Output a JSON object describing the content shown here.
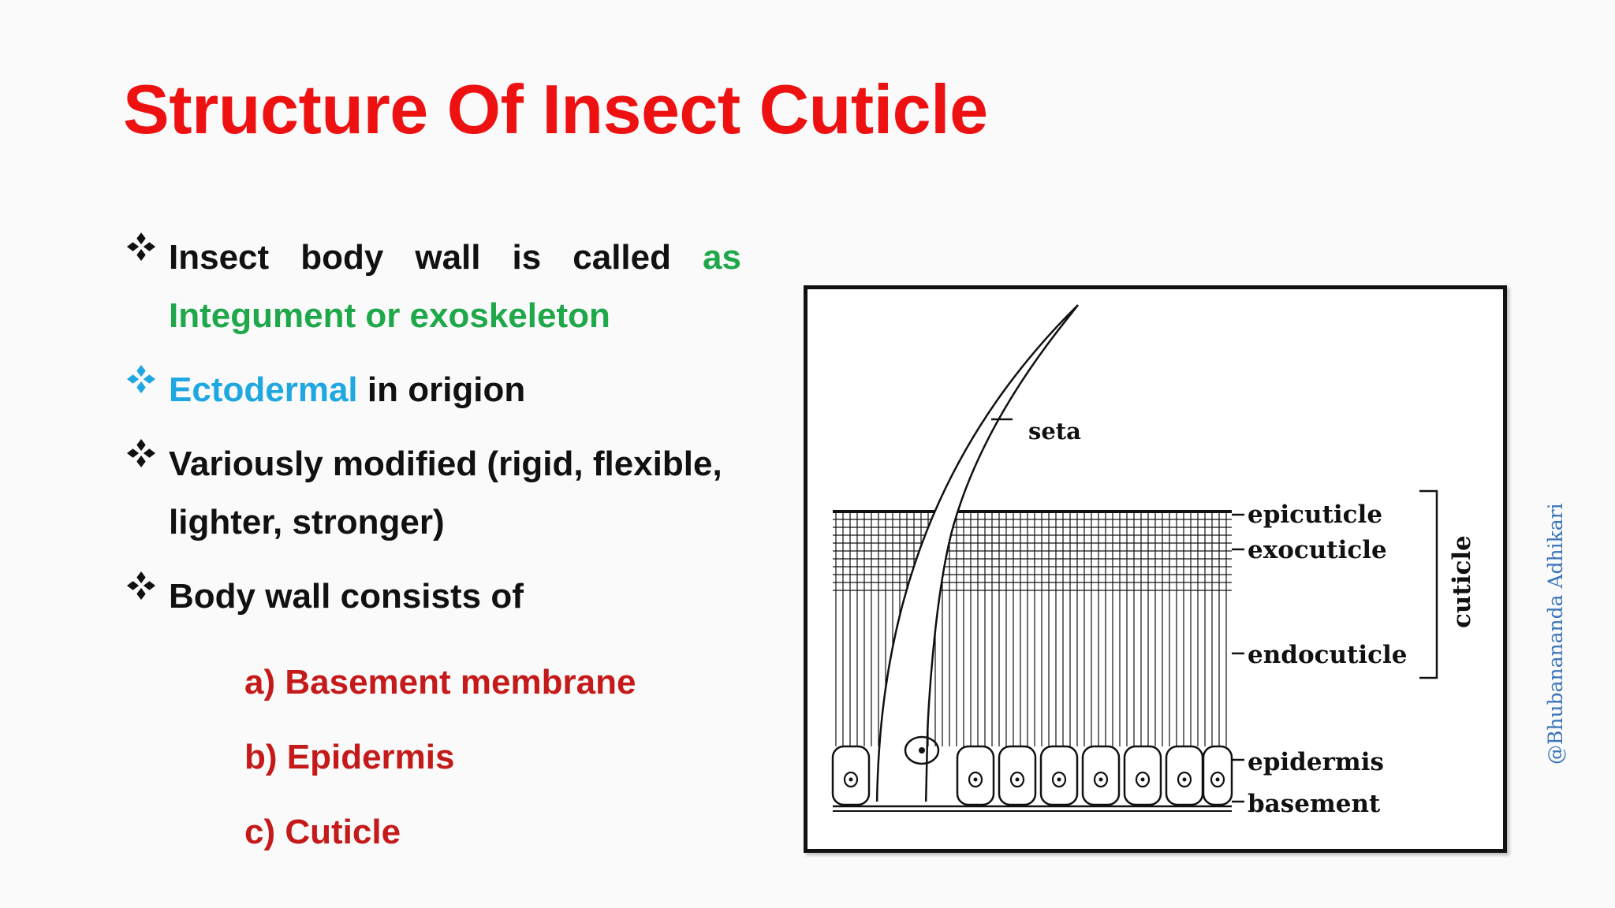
{
  "slide": {
    "title": "Structure Of Insect Cuticle",
    "bullets": [
      {
        "part1": "Insect body wall is called ",
        "part2": "as Integument or exoskeleton"
      },
      {
        "part1": "Ectodermal",
        "part2": " in origion"
      },
      {
        "text": "Variously modified (rigid, flexible, lighter, stronger)"
      },
      {
        "text": "Body wall consists of"
      }
    ],
    "sub_items": [
      "a) Basement membrane",
      "b) Epidermis",
      "c) Cuticle"
    ]
  },
  "diagram": {
    "labels": {
      "seta": "seta",
      "epicuticle": "epicuticle",
      "exocuticle": "exocuticle",
      "endocuticle": "endocuticle",
      "epidermis": "epidermis",
      "basement": "basement",
      "cuticle": "cuticle"
    }
  },
  "watermark": "@Bhubanananda Adhikari",
  "colors": {
    "title": "#ee1111",
    "green": "#1fa84a",
    "cyan": "#1ea7e0",
    "sub": "#c41a1a",
    "watermark": "#3a74b8"
  },
  "icons": [
    "diamond-bullet-icon"
  ]
}
